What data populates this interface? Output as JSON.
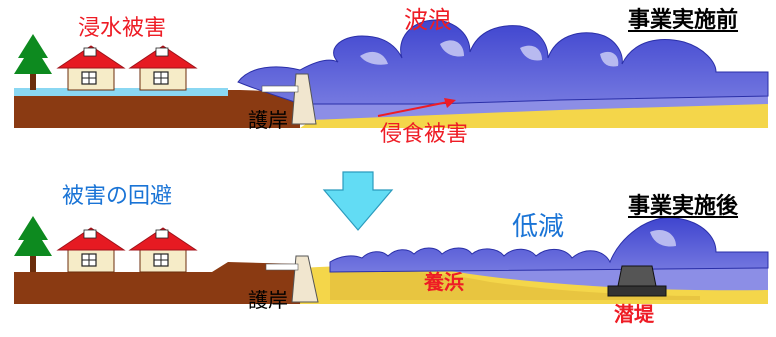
{
  "before": {
    "title": "事業実施前",
    "damage_label": "浸水被害",
    "wave_label": "波浪",
    "seawall_label": "護岸",
    "erosion_label": "侵食被害"
  },
  "after": {
    "title": "事業実施後",
    "avoid_label": "被害の回避",
    "reduce_label": "低減",
    "seawall_label": "護岸",
    "nourishment_label": "養浜",
    "breakwater_label": "潜堤"
  },
  "colors": {
    "land": "#8a3a12",
    "sand": "#f4d64a",
    "wave": "#4d52d6",
    "wave_light": "#8c8ee6",
    "water": "#8ad7f2",
    "arrow": "#62dcf4",
    "red_text": "#ee1c25",
    "blue_text": "#1a74d6"
  }
}
